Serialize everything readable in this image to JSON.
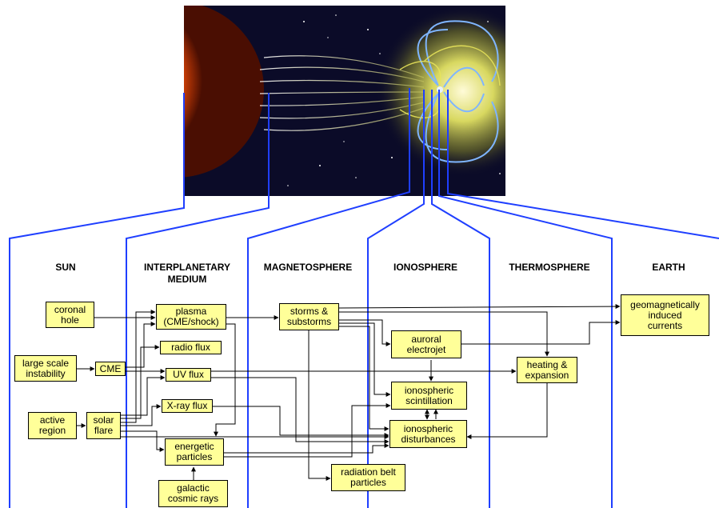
{
  "regions": {
    "sun": "SUN",
    "interplanetary_1": "INTERPLANETARY",
    "interplanetary_2": "MEDIUM",
    "magnetosphere": "MAGNETOSPHERE",
    "ionosphere": "IONOSPHERE",
    "thermosphere": "THERMOSPHERE",
    "earth": "EARTH"
  },
  "boxes": {
    "coronal_hole": "coronal\nhole",
    "large_scale_instability": "large scale\ninstability",
    "cme": "CME",
    "active_region": "active\nregion",
    "solar_flare": "solar\nflare",
    "plasma": "plasma\n(CME/shock)",
    "radio_flux": "radio flux",
    "uv_flux": "UV flux",
    "xray_flux": "X-ray flux",
    "energetic_particles": "energetic\nparticles",
    "galactic_cosmic_rays": "galactic\ncosmic rays",
    "storms_substorms": "storms &\nsubstorms",
    "auroral_electrojet": "auroral\nelectrojet",
    "ionospheric_scintillation": "ionospheric\nscintillation",
    "ionospheric_disturbances": "ionospheric\ndisturbances",
    "radiation_belt_particles": "radiation belt\nparticles",
    "heating_expansion": "heating &\nexpansion",
    "geomagnetically_induced_currents": "geomagnetically\ninduced\ncurrents"
  },
  "colors": {
    "box_fill": "#ffff99",
    "region_line": "#1f3fff",
    "arrow": "#000000"
  },
  "image": {
    "subject": "sun-solar-wind-magnetosphere-illustration"
  }
}
